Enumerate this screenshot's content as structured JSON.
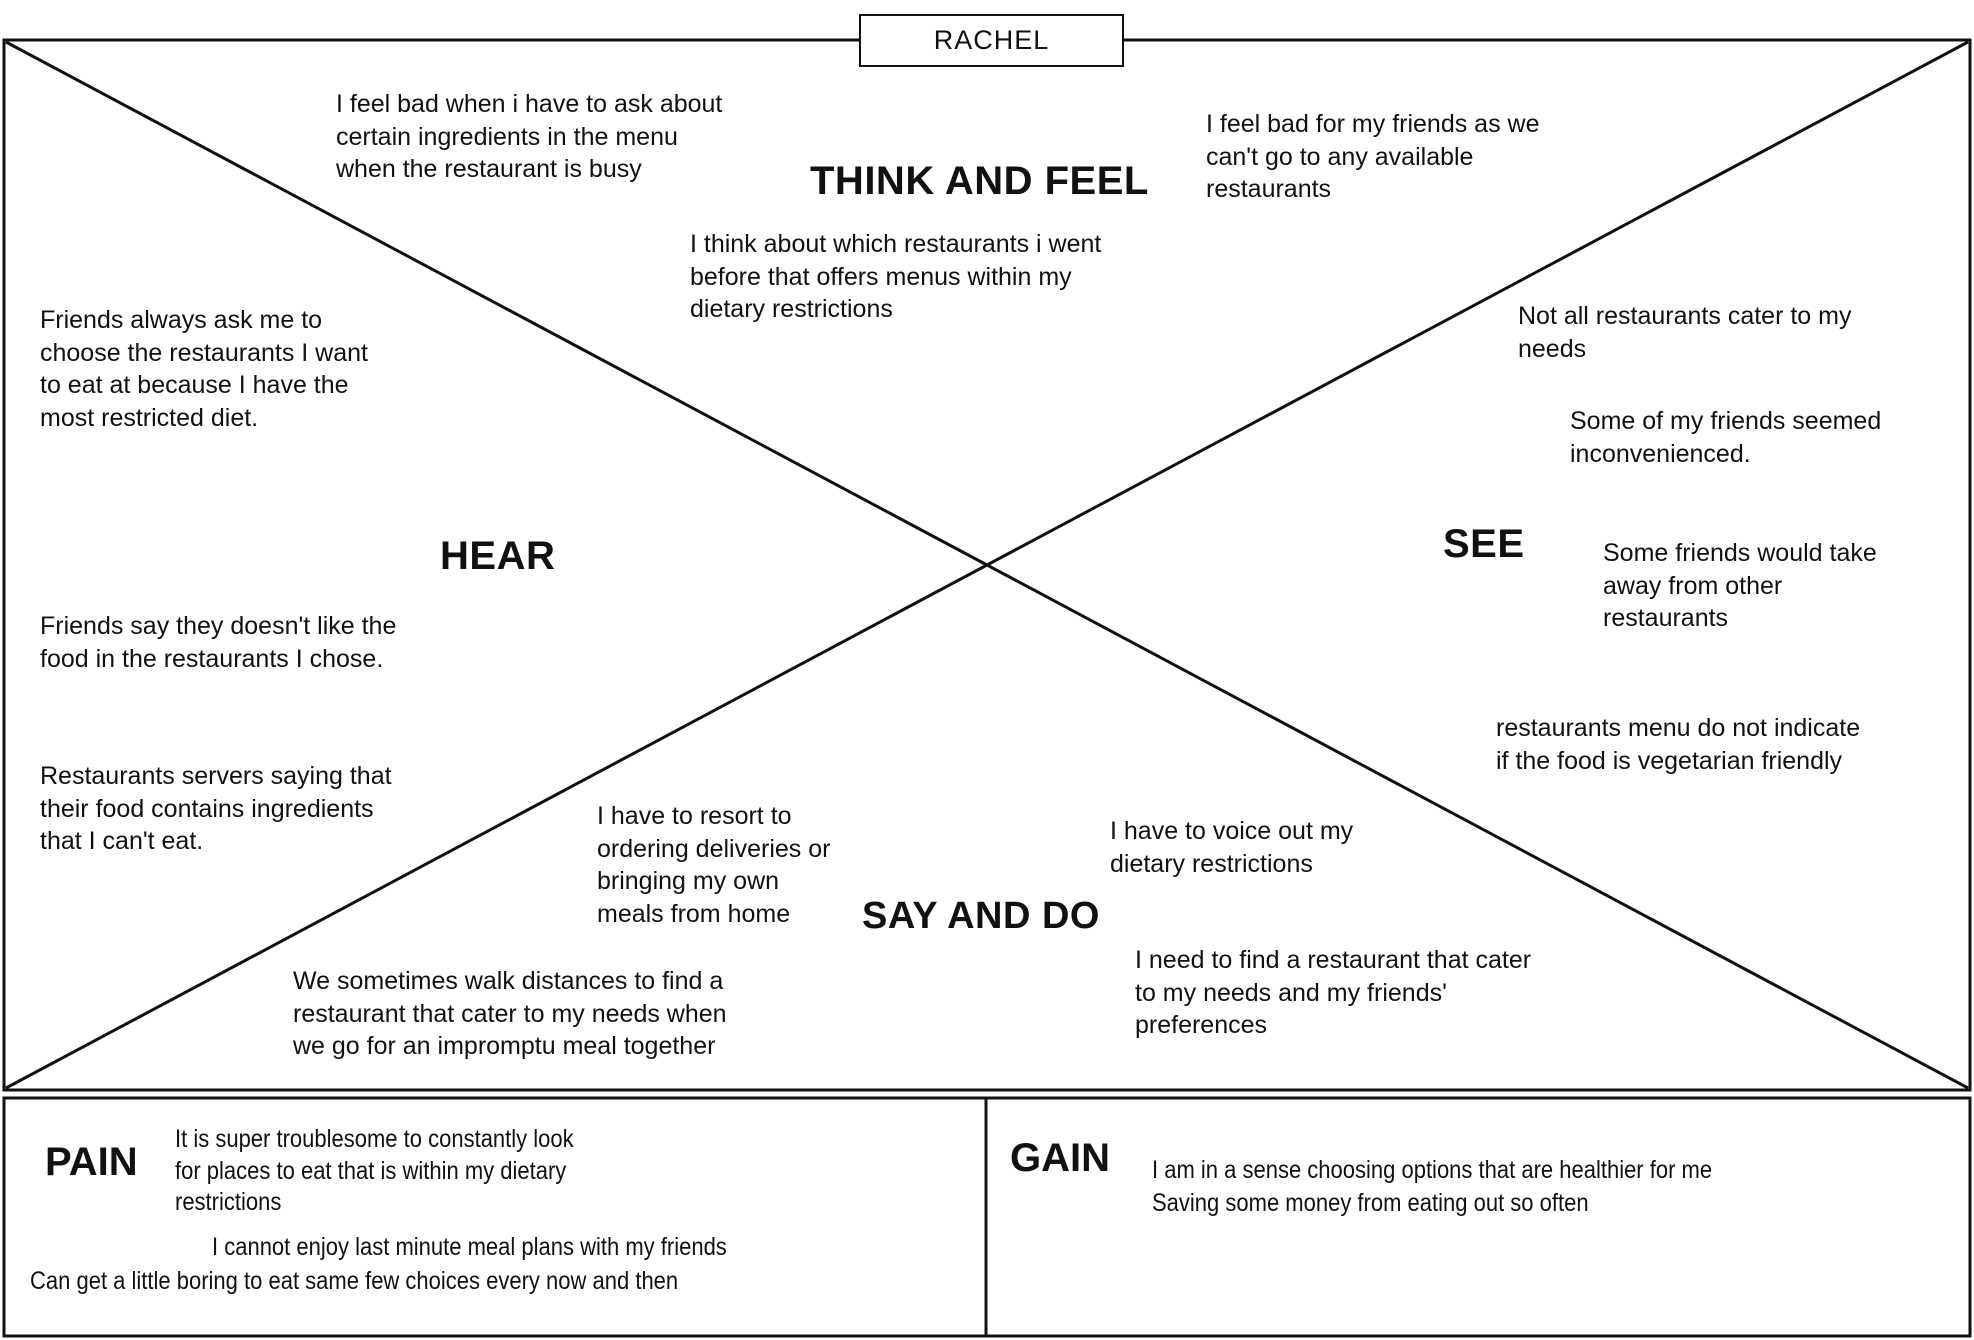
{
  "persona": {
    "name": "RACHEL"
  },
  "quadrants": {
    "think_and_feel": {
      "label": "THINK AND FEEL",
      "notes": [
        "I feel bad when i have to ask about\ncertain ingredients in the menu\nwhen the restaurant is busy",
        "I feel bad for my friends as we\ncan't go to any available\nrestaurants",
        "I think about which restaurants i went\nbefore that offers menus within my\ndietary restrictions"
      ]
    },
    "hear": {
      "label": "HEAR",
      "notes": [
        "Friends always ask me to\nchoose the restaurants I want\nto eat at because I have the\nmost restricted diet.",
        "Friends say they doesn't like the\nfood in the restaurants I chose.",
        "Restaurants servers saying that\ntheir food contains ingredients\nthat I can't eat."
      ]
    },
    "see": {
      "label": "SEE",
      "notes": [
        "Not all restaurants cater to my\nneeds",
        "Some of my friends seemed\ninconvenienced.",
        "Some friends would take\naway from other\nrestaurants",
        "restaurants menu do not indicate\nif the food is vegetarian friendly"
      ]
    },
    "say_and_do": {
      "label": "SAY AND DO",
      "notes": [
        "I have to resort to\nordering deliveries or\nbringing my own\nmeals from home",
        "I have to voice out my\ndietary restrictions",
        "I need to find a restaurant that cater\nto my needs and my friends'\npreferences",
        "We sometimes walk distances to find a\nrestaurant that cater to my needs when\nwe go for an impromptu meal together"
      ]
    }
  },
  "panels": {
    "pain": {
      "label": "PAIN",
      "notes": [
        "It is super troublesome to constantly look\nfor places to eat that is within my dietary\nrestrictions",
        "I cannot enjoy last minute meal plans with my friends",
        "Can get a little boring to eat same few choices every now and then"
      ]
    },
    "gain": {
      "label": "GAIN",
      "notes": [
        "I am in a sense choosing options that are healthier for me",
        "Saving some money from eating out so often"
      ]
    }
  },
  "colors": {
    "stroke": "#111111",
    "background": "#ffffff",
    "text": "#111111"
  }
}
